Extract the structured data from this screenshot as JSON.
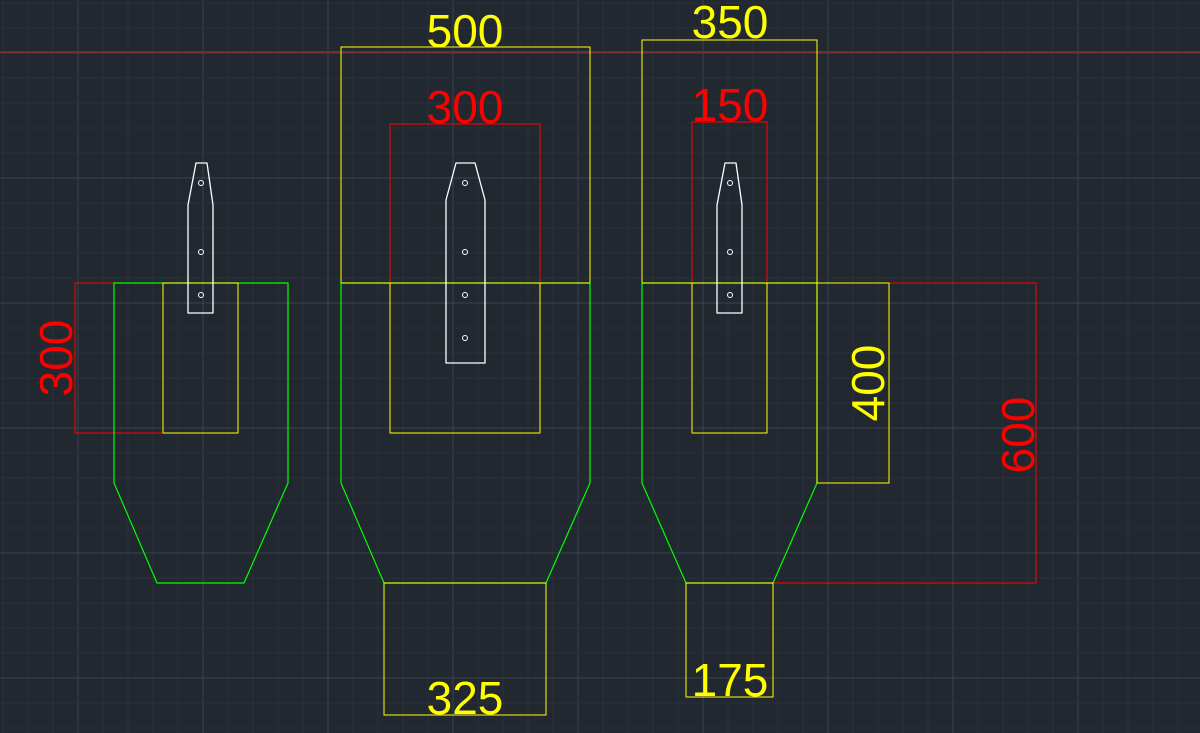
{
  "colors": {
    "background": "#212830",
    "grid_minor": "#2a313c",
    "grid_major": "#3a4252",
    "axis": "#8e2a2a",
    "yellow": "#ffff00",
    "red": "#ff0000",
    "green": "#00ff00",
    "white": "#ffffff"
  },
  "dimensions": {
    "left": {
      "side": "300"
    },
    "middle": {
      "top_outer": "500",
      "top_inner": "300",
      "bottom": "325"
    },
    "right": {
      "top_outer": "350",
      "top_inner": "150",
      "bottom": "175",
      "side_inner": "400",
      "side_outer": "600"
    }
  }
}
